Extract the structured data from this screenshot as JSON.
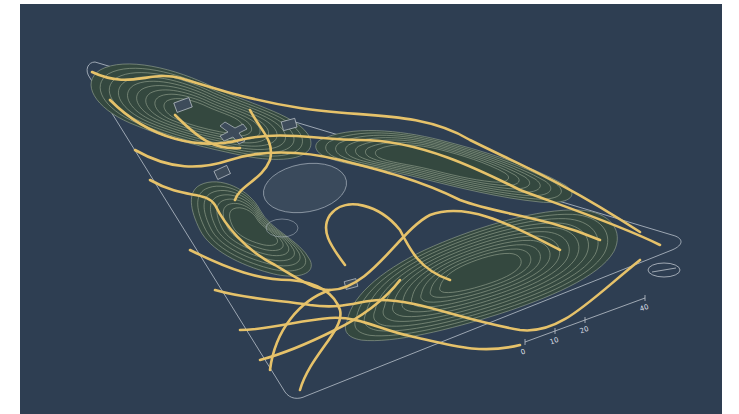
{
  "diagram": {
    "labels": [
      "0",
      "10",
      "20",
      "40"
    ]
  }
}
